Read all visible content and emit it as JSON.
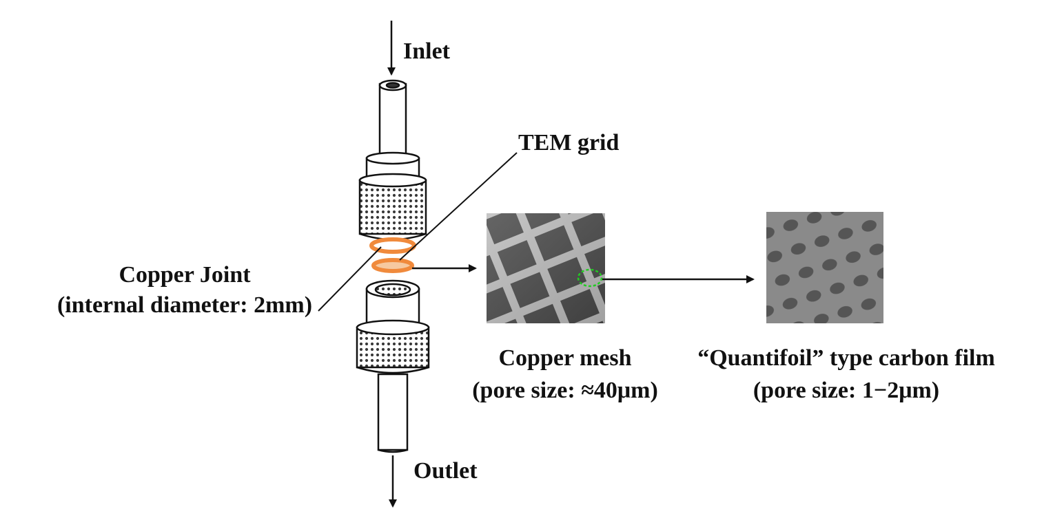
{
  "labels": {
    "inlet": "Inlet",
    "outlet": "Outlet",
    "tem_grid": "TEM grid",
    "copper_joint": "Copper Joint",
    "copper_joint_detail": "(internal diameter: 2mm)",
    "copper_mesh": "Copper mesh",
    "copper_mesh_detail": "(pore size: ≈40μm)",
    "carbon_film": "“Quantifoil” type carbon film",
    "carbon_film_detail": "(pore size: 1−2μm)"
  },
  "colors": {
    "ring": "#f08a3c",
    "grid_bars": "#bdbdbd",
    "grid_holes": "#4a4a4a",
    "film": "#8a8a8a",
    "film_holes": "#555555",
    "highlight": "#22cc22",
    "line": "#111111"
  }
}
